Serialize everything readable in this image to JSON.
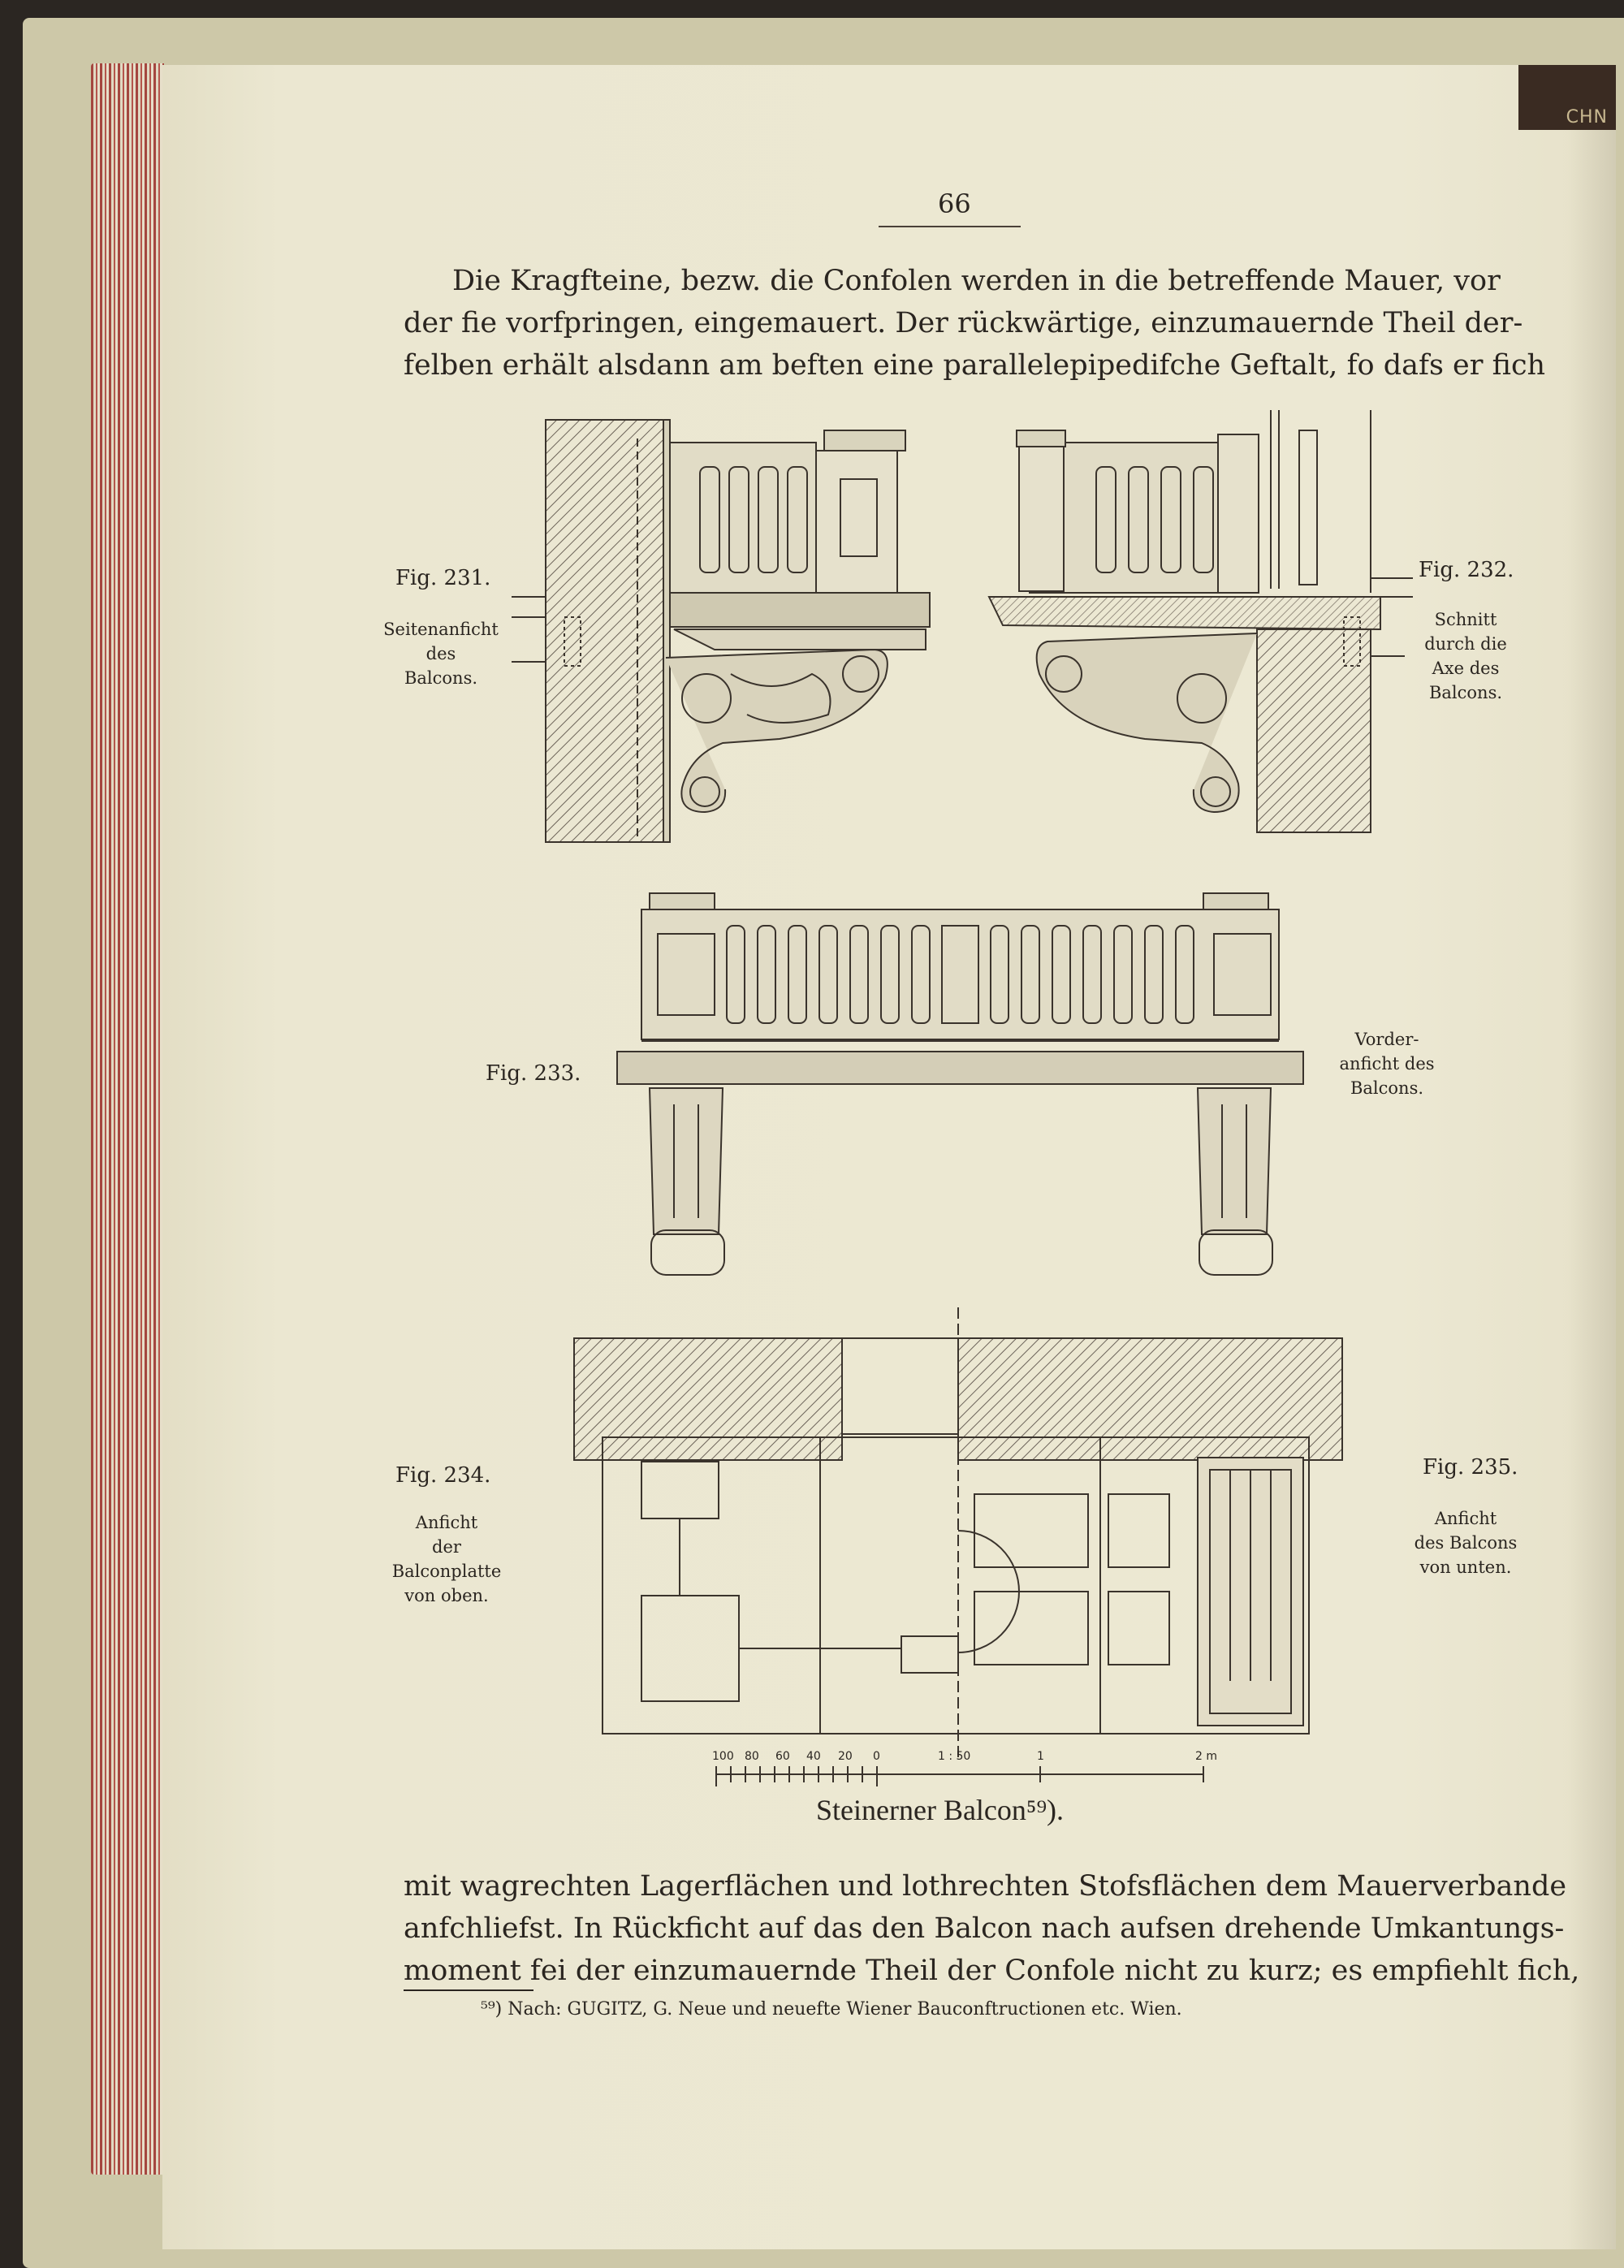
{
  "page": {
    "number": "66",
    "corner_label": "CHN"
  },
  "paragraph_top": {
    "lines": [
      "Die Kragfteine, bezw. die Confolen werden in die betreffende Mauer, vor",
      "der fie vorfpringen, eingemauert. Der rückwärtige, einzumauernde Theil der-",
      "felben erhält alsdann am beften eine parallelepipedifche Geftalt, fo dafs er fich"
    ]
  },
  "figures": {
    "fig231": {
      "label": "Fig. 231.",
      "caption": [
        "Seitenanficht",
        "des",
        "Balcons."
      ]
    },
    "fig232": {
      "label": "Fig. 232.",
      "caption": [
        "Schnitt",
        "durch die",
        "Axe des",
        "Balcons."
      ]
    },
    "fig233": {
      "label": "Fig. 233.",
      "caption": [
        "Vorder-",
        "anficht des",
        "Balcons."
      ]
    },
    "fig234": {
      "label": "Fig. 234.",
      "caption": [
        "Anficht",
        "der",
        "Balconplatte",
        "von oben."
      ]
    },
    "fig235": {
      "label": "Fig. 235.",
      "caption": [
        "Anficht",
        "des Balcons",
        "von unten."
      ]
    }
  },
  "scale": {
    "left_ticks": [
      "100",
      "80",
      "60",
      "40",
      "20",
      "0"
    ],
    "ratio": "1 : 50",
    "right_ticks": [
      "1",
      "2 m"
    ]
  },
  "main_caption": "Steinerner Balcon⁵⁹).",
  "paragraph_bottom": {
    "lines": [
      "mit wagrechten Lagerflächen und lothrechten Stofsflächen dem Mauerverbande",
      "anfchliefst. In Rückficht auf das den Balcon nach aufsen drehende Umkantungs-",
      "moment fei der einzumauernde Theil der Confole nicht zu kurz; es empfiehlt fich,"
    ]
  },
  "footnote": "⁵⁹) Nach: GUGITZ, G. Neue und neuefte Wiener Bauconftructionen etc. Wien.",
  "colors": {
    "page": "#ebe7d1",
    "ink": "#2a2520",
    "page_edge_red": "#a4463f"
  }
}
